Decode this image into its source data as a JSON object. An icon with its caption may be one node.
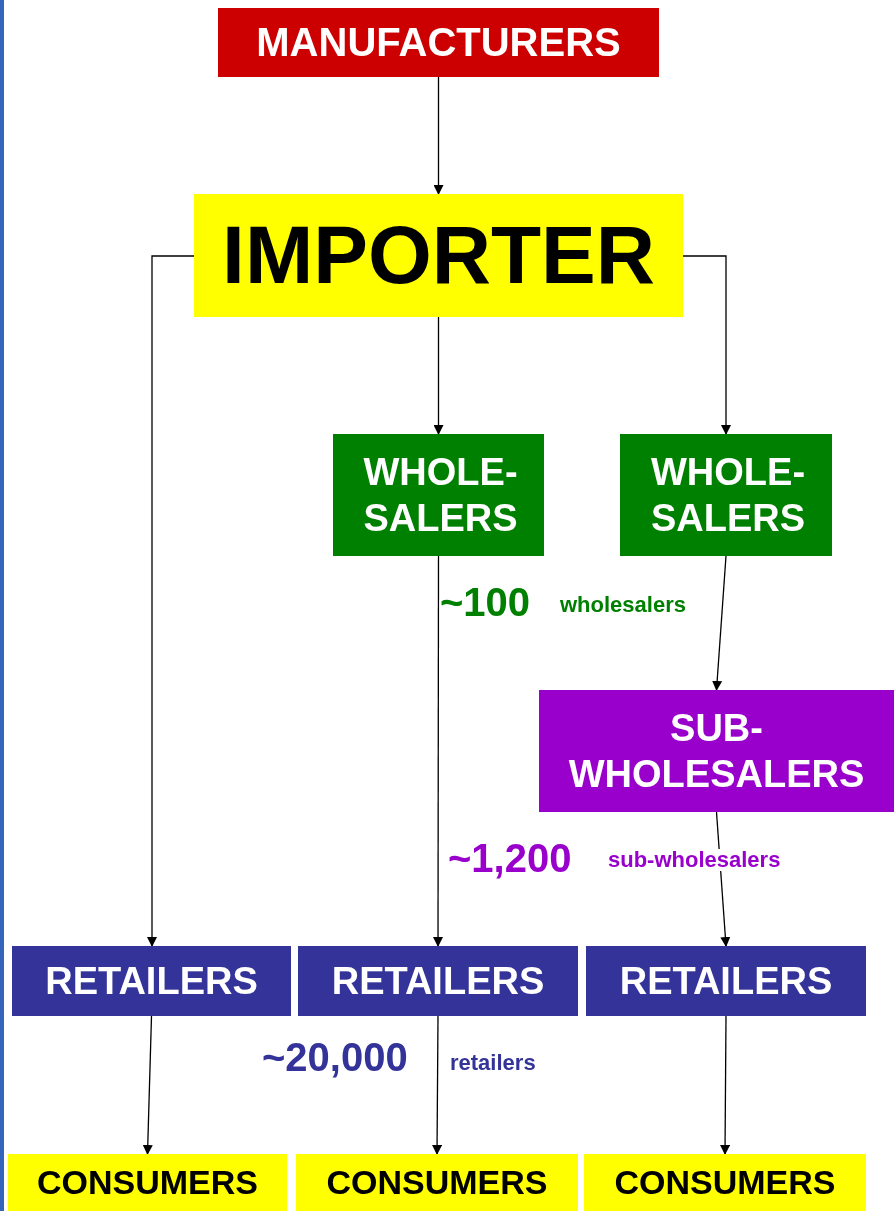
{
  "diagram": {
    "nodes": [
      {
        "text": [
          "MANUFACTURERS"
        ]
      },
      {
        "text": [
          "IMPORTER"
        ]
      },
      {
        "text": [
          "WHOLE- SALERS"
        ]
      },
      {
        "text": [
          "WHOLE- SALERS"
        ]
      },
      {
        "text": [
          "SUB- WHOLESALERS"
        ]
      },
      {
        "text": [
          "RETAILERS"
        ]
      },
      {
        "text": [
          "RETAILERS"
        ]
      },
      {
        "text": [
          "RETAILERS"
        ]
      },
      {
        "text": [
          "CONSUMERS"
        ]
      },
      {
        "text": [
          "CONSUMERS"
        ]
      },
      {
        "text": [
          "CONSUMERS"
        ]
      }
    ],
    "edges": [
      {
        "from": 0,
        "to": 1,
        "arrow": "to"
      },
      {
        "from": 1,
        "to": 5,
        "arrow": "to"
      },
      {
        "from": 1,
        "to": 2,
        "arrow": "to"
      },
      {
        "from": 1,
        "to": 3,
        "arrow": "to"
      },
      {
        "from": 2,
        "to": 6,
        "arrow": "to"
      },
      {
        "from": 3,
        "to": 4,
        "arrow": "to"
      },
      {
        "from": 4,
        "to": 7,
        "arrow": "to"
      },
      {
        "from": 5,
        "to": 8,
        "arrow": "to"
      },
      {
        "from": 6,
        "to": 9,
        "arrow": "to"
      },
      {
        "from": 7,
        "to": 10,
        "arrow": "to"
      }
    ],
    "labels": [
      "~100",
      "wholesalers",
      "~1,200",
      "sub-wholesalers",
      "~20,000",
      "retailers"
    ]
  }
}
